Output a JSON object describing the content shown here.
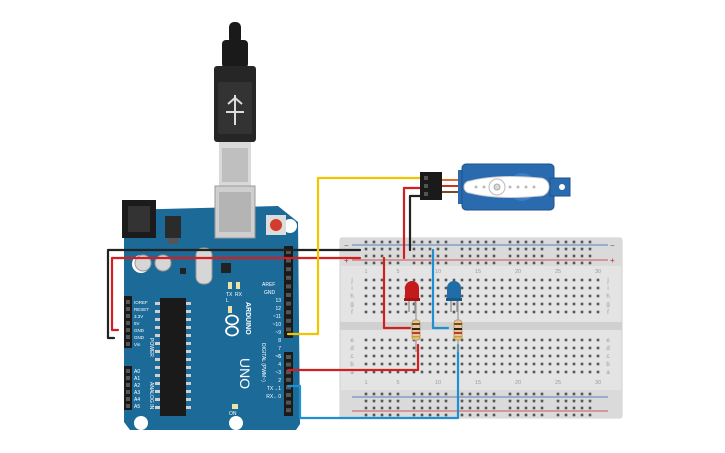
{
  "arduino": {
    "brand": "ARDUINO",
    "model": "UNO",
    "aref": "AREF",
    "gnd": "GND",
    "digital_label": "DIGITAL (PWM~)",
    "power_label": "POWER",
    "analog_label": "ANALOG IN",
    "tx_led": "TX",
    "rx_led": "RX",
    "l_led": "L",
    "on_led": "ON",
    "digital_pins": [
      "13",
      "12",
      "~11",
      "~10",
      "~9",
      "8",
      "7",
      "~6",
      "~5",
      "4",
      "~3",
      "2",
      "TX→1",
      "RX←0"
    ],
    "power_pins": [
      "IOREF",
      "RESET",
      "3.3V",
      "5V",
      "GND",
      "GND",
      "Vin"
    ],
    "analog_pins": [
      "A0",
      "A1",
      "A2",
      "A3",
      "A4",
      "A5"
    ]
  },
  "breadboard": {
    "row_letters_top": [
      "j",
      "i",
      "h",
      "g",
      "f"
    ],
    "row_letters_bottom": [
      "e",
      "d",
      "c",
      "b",
      "a"
    ],
    "column_numbers": [
      "1",
      "5",
      "10",
      "15",
      "20",
      "25",
      "30"
    ],
    "rail_plus": "+",
    "rail_minus": "−"
  },
  "colors": {
    "board": "#1c6a98",
    "wire_red": "#d21f1f",
    "wire_black": "#222222",
    "wire_yellow": "#f2c400",
    "wire_blue": "#1e8fd0",
    "servo": "#2a6bb0",
    "led_red": "#c41a1a",
    "led_blue": "#1f6ea8"
  }
}
